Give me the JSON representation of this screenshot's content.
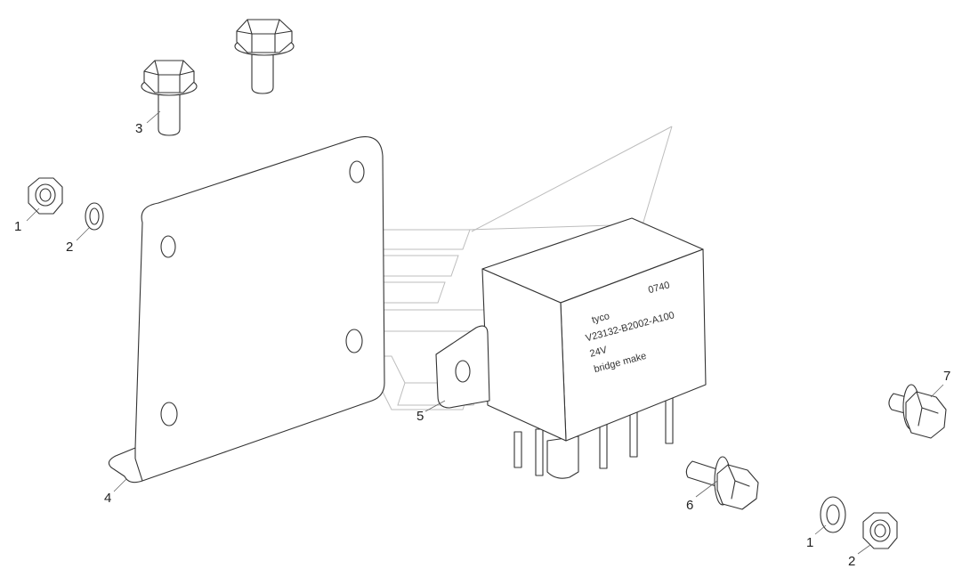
{
  "callouts": {
    "c1a": "1",
    "c2a": "2",
    "c3": "3",
    "c4": "4",
    "c5": "5",
    "c6": "6",
    "c7": "7",
    "c1b": "1",
    "c2b": "2"
  },
  "relay_label": {
    "brand": "tyco",
    "code": "0740",
    "part_number": "V23132-B2002-A100",
    "voltage": "24V",
    "contact": "bridge make"
  },
  "colors": {
    "line": "#333333",
    "watermark": "#bdbdbd",
    "background": "#ffffff"
  }
}
